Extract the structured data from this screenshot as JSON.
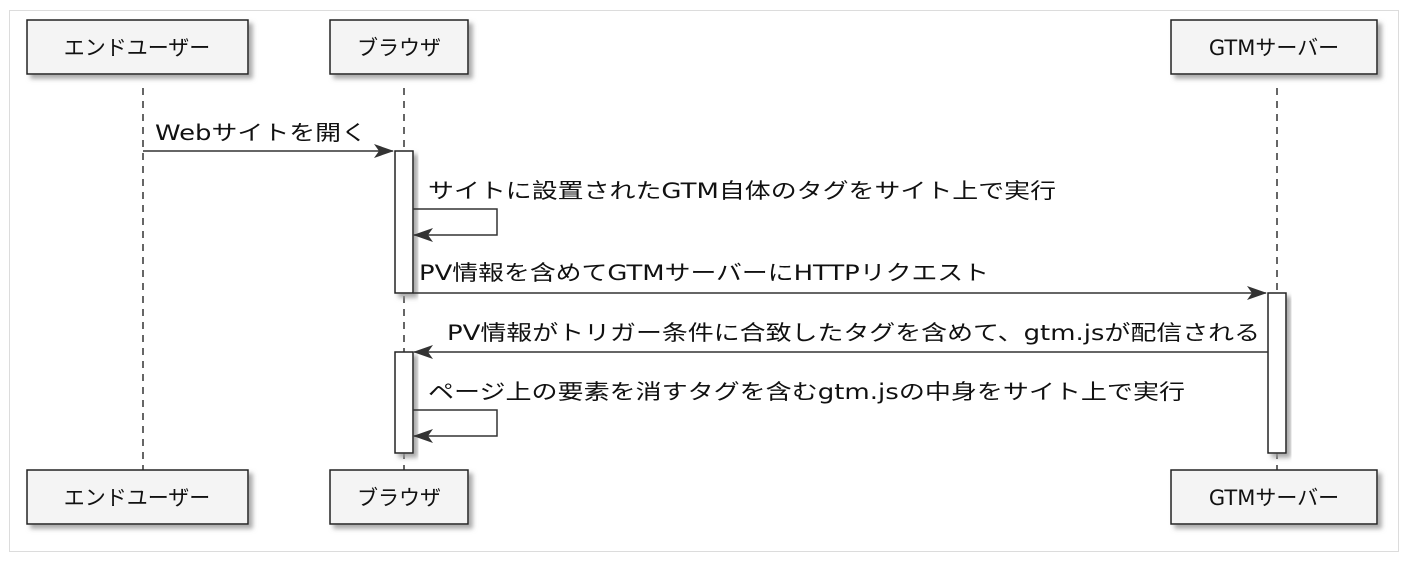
{
  "participants": [
    {
      "id": "user",
      "label": "エンドユーザー"
    },
    {
      "id": "browser",
      "label": "ブラウザ"
    },
    {
      "id": "gtm",
      "label": "GTMサーバー"
    }
  ],
  "messages": [
    {
      "id": "m1",
      "from": "user",
      "to": "browser",
      "label": "Webサイトを開く"
    },
    {
      "id": "m2",
      "from": "browser",
      "to": "browser",
      "label": "サイトに設置されたGTM自体のタグをサイト上で実行"
    },
    {
      "id": "m3",
      "from": "browser",
      "to": "gtm",
      "label": "PV情報を含めてGTMサーバーにHTTPリクエスト"
    },
    {
      "id": "m4",
      "from": "gtm",
      "to": "browser",
      "label": "PV情報がトリガー条件に合致したタグを含めて、gtm.jsが配信される"
    },
    {
      "id": "m5",
      "from": "browser",
      "to": "browser",
      "label": "ページ上の要素を消すタグを含むgtm.jsの中身をサイト上で実行"
    }
  ],
  "colors": {
    "box_fill": "#f4f4f4",
    "box_border": "#222222",
    "line": "#333333",
    "shadow": "#9a9a9a",
    "text": "#111111"
  }
}
